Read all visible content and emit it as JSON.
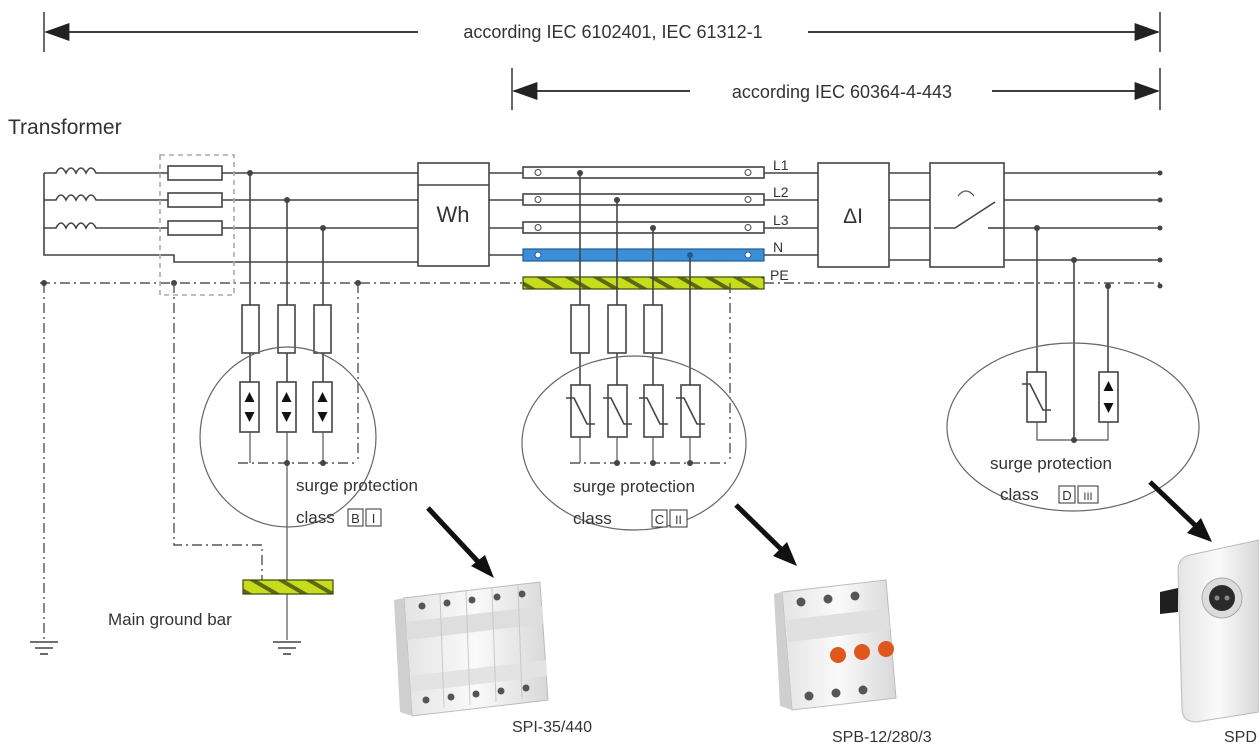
{
  "scope": {
    "outer_label": "according IEC 6102401, IEC 61312-1",
    "inner_label": "according IEC 60364-4-443"
  },
  "transformer_label": "Transformer",
  "lines": {
    "l1": "L1",
    "l2": "L2",
    "l3": "L3",
    "n": "N",
    "pe": "PE"
  },
  "meter_label": "Wh",
  "rcd_label": "ΔI",
  "main_ground_bar_label": "Main ground bar",
  "stages": [
    {
      "surge_label": "surge protection",
      "class_word": "class",
      "codes": [
        "B",
        "I"
      ],
      "product": "SPI-35/440"
    },
    {
      "surge_label": "surge protection",
      "class_word": "class",
      "codes": [
        "C",
        "II"
      ],
      "product": "SPB-12/280/3"
    },
    {
      "surge_label": "surge protection",
      "class_word": "class",
      "codes": [
        "D",
        "III"
      ],
      "product": "SPD"
    }
  ],
  "colors": {
    "neutral_bar": "#3a8fd8",
    "pe_bar": "#c8dc1e",
    "pe_stripe": "#5a6a10",
    "product_body": "#f1f1f1",
    "indicator_orange": "#e0571e"
  }
}
